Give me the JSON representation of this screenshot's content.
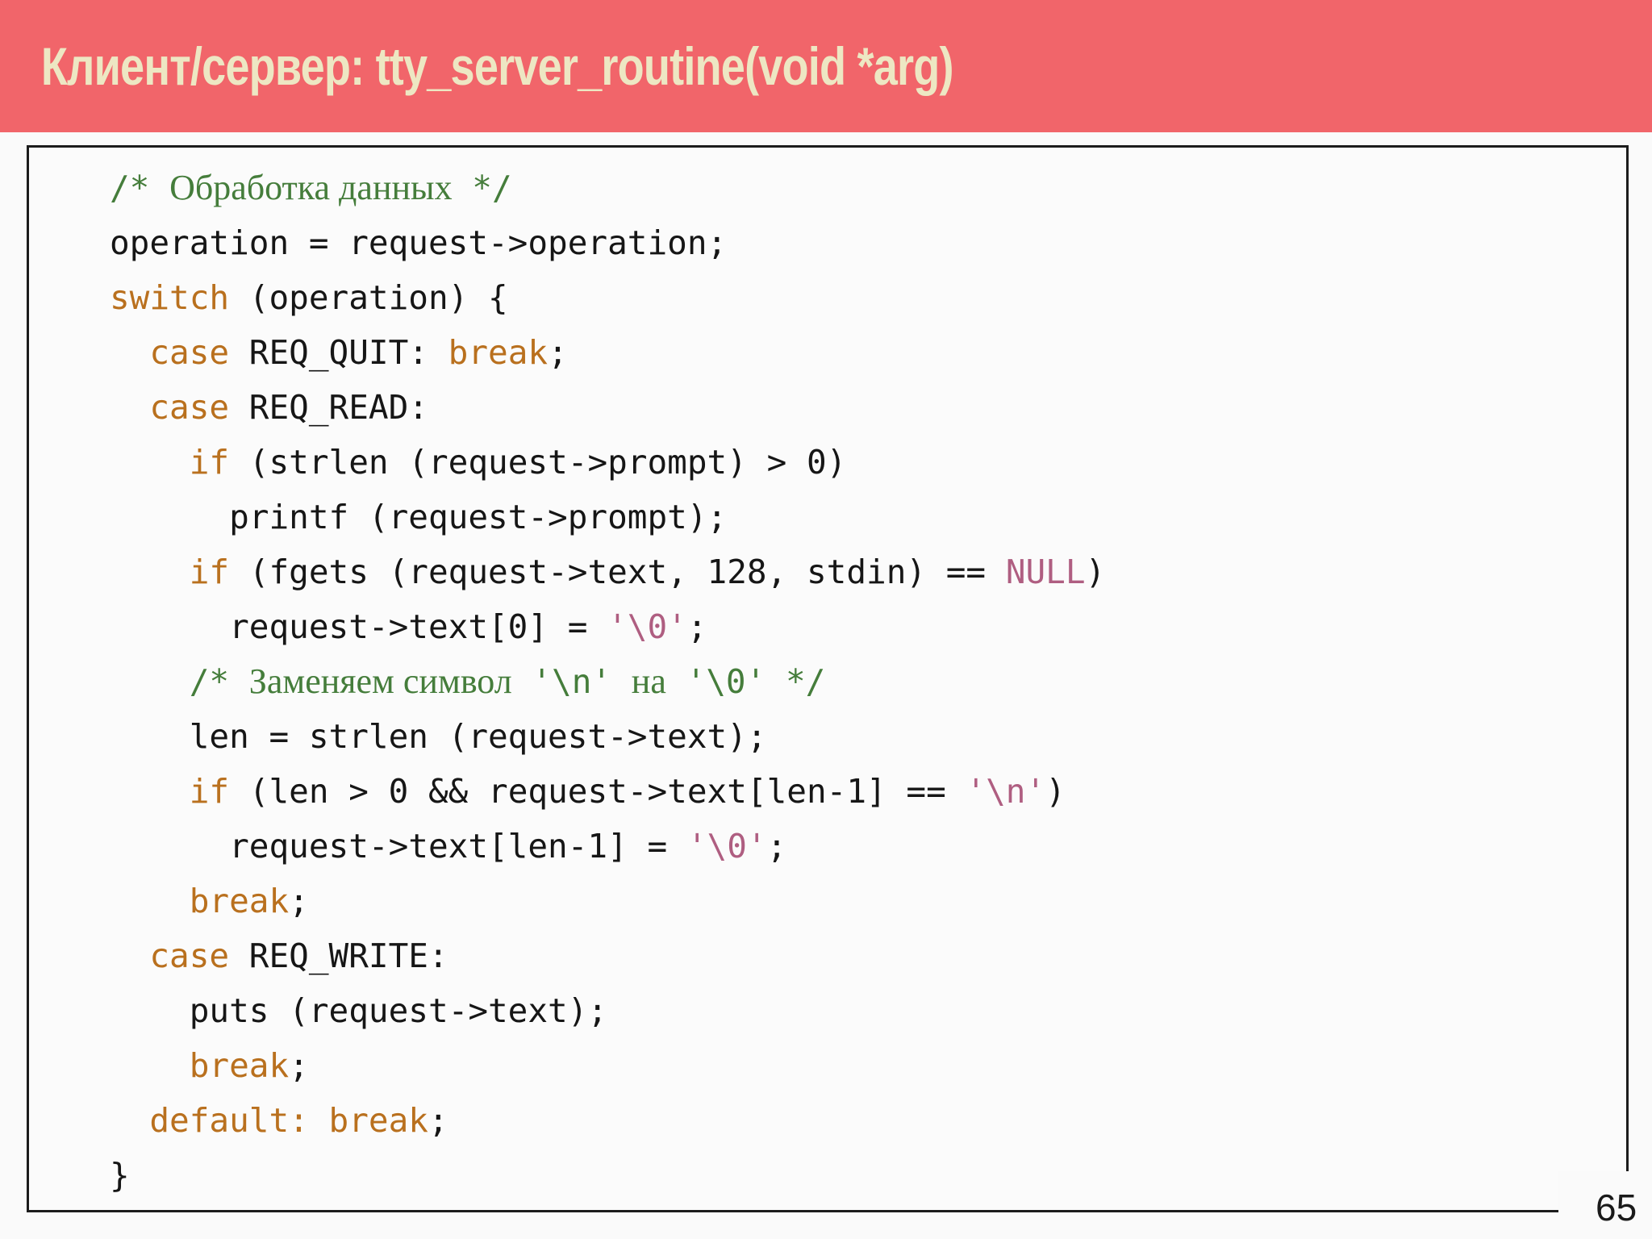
{
  "slide": {
    "title": "Клиент/сервер: tty_server_routine(void *arg)",
    "page_number": "65",
    "colors": {
      "header_bg": "#F1656A",
      "title_text": "#EDE7C3",
      "keyword": "#B9701E",
      "string": "#AF5E81",
      "comment": "#457D3B",
      "code_text": "#161616",
      "background": "#FAFAFA",
      "border": "#1C1C1C"
    }
  },
  "code": {
    "language": "c",
    "lines": [
      {
        "segs": [
          [
            "c",
            "/* "
          ],
          [
            "cs",
            "Обработка данных"
          ],
          [
            "c",
            " */"
          ]
        ]
      },
      {
        "segs": [
          [
            "p",
            "operation = request->operation;"
          ]
        ]
      },
      {
        "segs": [
          [
            "k",
            "switch"
          ],
          [
            "p",
            " (operation) {"
          ]
        ]
      },
      {
        "segs": [
          [
            "p",
            "  "
          ],
          [
            "k",
            "case"
          ],
          [
            "p",
            " REQ_QUIT: "
          ],
          [
            "k",
            "break"
          ],
          [
            "p",
            ";"
          ]
        ]
      },
      {
        "segs": [
          [
            "p",
            "  "
          ],
          [
            "k",
            "case"
          ],
          [
            "p",
            " REQ_READ:"
          ]
        ]
      },
      {
        "segs": [
          [
            "p",
            "    "
          ],
          [
            "k",
            "if"
          ],
          [
            "p",
            " (strlen (request->prompt) > 0)"
          ]
        ]
      },
      {
        "segs": [
          [
            "p",
            "      printf (request->prompt);"
          ]
        ]
      },
      {
        "segs": [
          [
            "p",
            "    "
          ],
          [
            "k",
            "if"
          ],
          [
            "p",
            " (fgets (request->text, 128, stdin) == "
          ],
          [
            "s",
            "NULL"
          ],
          [
            "p",
            ")"
          ]
        ]
      },
      {
        "segs": [
          [
            "p",
            "      request->text[0] = "
          ],
          [
            "s",
            "'\\0'"
          ],
          [
            "p",
            ";"
          ]
        ]
      },
      {
        "segs": [
          [
            "c",
            "    /* "
          ],
          [
            "cs",
            "Заменяем символ"
          ],
          [
            "c",
            " '\\n' "
          ],
          [
            "cs",
            "на"
          ],
          [
            "c",
            " '\\0' */"
          ]
        ]
      },
      {
        "segs": [
          [
            "p",
            "    len = strlen (request->text);"
          ]
        ]
      },
      {
        "segs": [
          [
            "p",
            "    "
          ],
          [
            "k",
            "if"
          ],
          [
            "p",
            " (len > 0 && request->text[len-1] == "
          ],
          [
            "s",
            "'\\n'"
          ],
          [
            "p",
            ")"
          ]
        ]
      },
      {
        "segs": [
          [
            "p",
            "      request->text[len-1] = "
          ],
          [
            "s",
            "'\\0'"
          ],
          [
            "p",
            ";"
          ]
        ]
      },
      {
        "segs": [
          [
            "p",
            "    "
          ],
          [
            "k",
            "break"
          ],
          [
            "p",
            ";"
          ]
        ]
      },
      {
        "segs": [
          [
            "p",
            "  "
          ],
          [
            "k",
            "case"
          ],
          [
            "p",
            " REQ_WRITE:"
          ]
        ]
      },
      {
        "segs": [
          [
            "p",
            "    puts (request->text);"
          ]
        ]
      },
      {
        "segs": [
          [
            "p",
            "    "
          ],
          [
            "k",
            "break"
          ],
          [
            "p",
            ";"
          ]
        ]
      },
      {
        "segs": [
          [
            "p",
            "  "
          ],
          [
            "k",
            "default:"
          ],
          [
            "p",
            " "
          ],
          [
            "k",
            "break"
          ],
          [
            "p",
            ";"
          ]
        ]
      },
      {
        "segs": [
          [
            "p",
            "}"
          ]
        ]
      }
    ]
  }
}
